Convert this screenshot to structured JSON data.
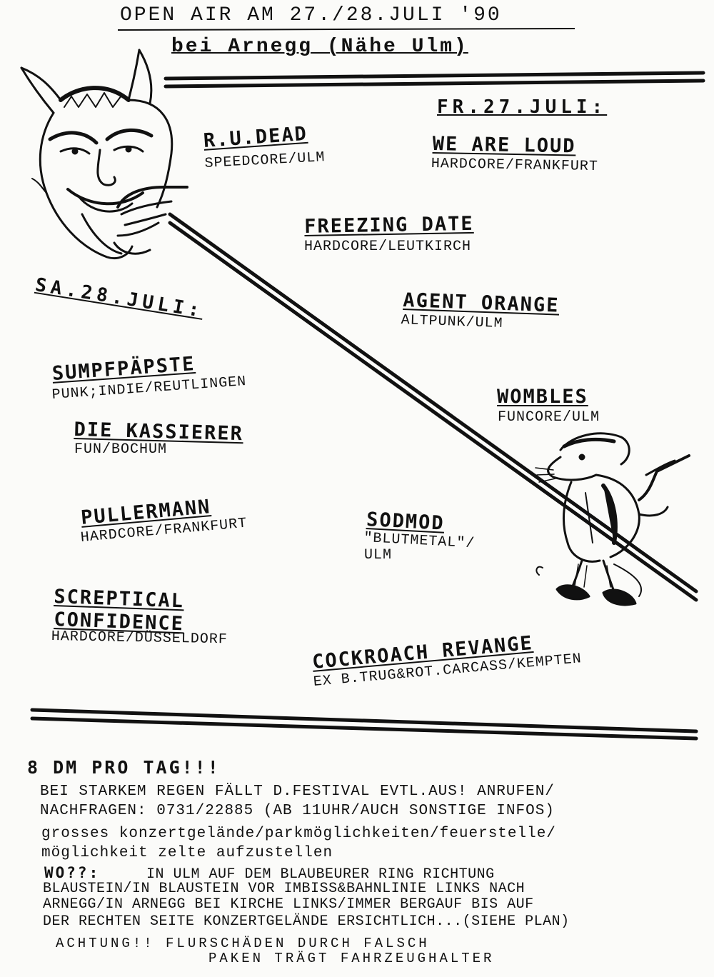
{
  "header": {
    "line1": "OPEN AIR AM 27./28.JULI '90",
    "line2": "bei Arnegg (Nähe Ulm)"
  },
  "friday": {
    "label": "FR.27.JULI:",
    "bands": [
      {
        "name": "R.U.DEAD",
        "info": "SPEEDCORE/ULM"
      },
      {
        "name": "WE ARE LOUD",
        "info": "HARDCORE/FRANKFURT"
      },
      {
        "name": "FREEZING DATE",
        "info": "HARDCORE/LEUTKIRCH"
      },
      {
        "name": "AGENT ORANGE",
        "info": "ALTPUNK/ULM"
      },
      {
        "name": "WOMBLES",
        "info": "FUNCORE/ULM"
      }
    ]
  },
  "saturday": {
    "label": "SA.28.JULI:",
    "bands": [
      {
        "name": "SUMPFPÄPSTE",
        "info": "PUNK;INDIE/REUTLINGEN"
      },
      {
        "name": "DIE KASSIERER",
        "info": "FUN/BOCHUM"
      },
      {
        "name": "PULLERMANN",
        "info": "HARDCORE/FRANKFURT"
      },
      {
        "name": "SODMOD",
        "info": "\"BLUTMETAL\"/",
        "info2": "ULM"
      },
      {
        "name": "SCREPTICAL",
        "name2": "CONFIDENCE",
        "info": "HARDCORE/DÜSSELDORF"
      },
      {
        "name": "COCKROACH REVANGE",
        "info": "EX B.TRUG&ROT.CARCASS/KEMPTEN"
      }
    ]
  },
  "footer": {
    "price": "8 DM PRO TAG!!!",
    "rain1": "BEI STARKEM REGEN FÄLLT D.FESTIVAL EVTL.AUS! ANRUFEN/",
    "rain2": "NACHFRAGEN: 0731/22885 (AB 11UHR/AUCH SONSTIGE INFOS)",
    "venue1": "grosses konzertgelände/parkmöglichkeiten/feuerstelle/",
    "venue2": "möglichkeit zelte aufzustellen",
    "wo_label": "WO??:",
    "wo1": "IN ULM AUF DEM BLAUBEURER RING RICHTUNG",
    "wo2": "BLAUSTEIN/IN BLAUSTEIN VOR IMBISS&BAHNLINIE LINKS NACH",
    "wo3": "ARNEGG/IN ARNEGG BEI KIRCHE LINKS/IMMER BERGAUF BIS AUF",
    "wo4": "DER RECHTEN SEITE KONZERTGELÄNDE ERSICHTLICH...(SIEHE PLAN)",
    "warn1": "ACHTUNG!! FLURSCHÄDEN DURCH FALSCH",
    "warn2": "PAKEN TRÄGT FAHRZEUGHALTER"
  },
  "illustrations": [
    "devil-illustration",
    "rat-illustration"
  ],
  "colors": {
    "ink": "#111111",
    "paper": "#fbfbf9"
  }
}
